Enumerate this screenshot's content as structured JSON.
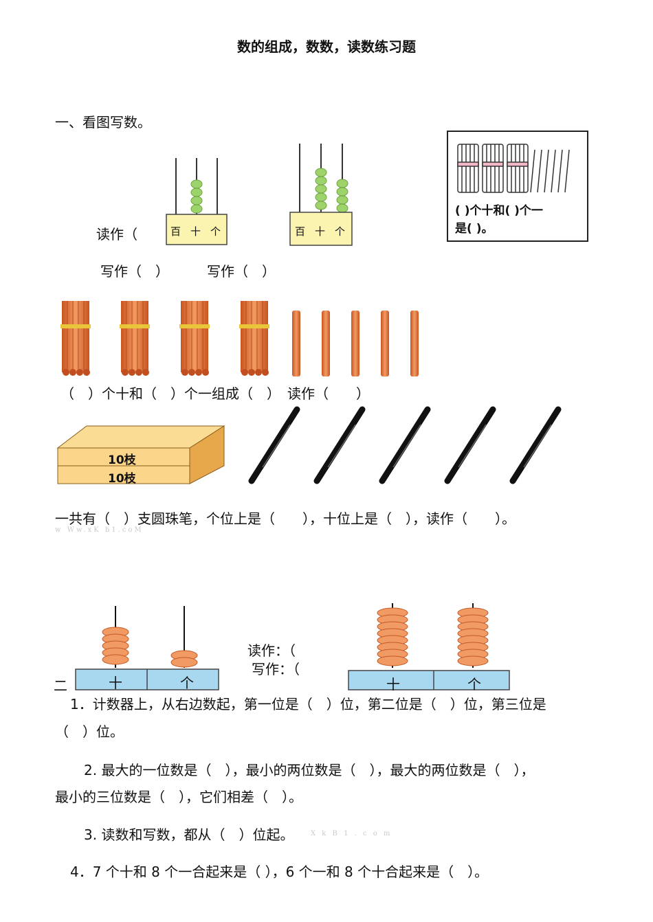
{
  "title": "数的组成，数数，读数练习题",
  "section1_heading": "一、看图写数。",
  "abacus_small": {
    "read_label": "读作（",
    "write_label_left": "写作（　）",
    "write_label_right": "写作（　）",
    "place_labels": [
      "百",
      "十",
      "个"
    ]
  },
  "sticks_box_text_line1": "(  )个十和(    )个一",
  "sticks_box_text_line2": "是(  )。",
  "bundles_question": "（　）个十和（　）个一组成（　）　读作（　　）",
  "pencil_box_labels": [
    "10枝",
    "10枝"
  ],
  "pen_question": "一共有（　）支圆珠笔，个位上是（　　），十位上是（　），读作（　　）。",
  "watermark1": "w Ww.xK b1.coM",
  "section2_marker": "二",
  "counter_read": "读作：（",
  "counter_write": "写作：（",
  "counter_places": [
    "十",
    "个"
  ],
  "q1_line1": "1．计数器上，从右边数起，第一位是（　）位，第二位是（　）位，第三位是",
  "q1_line2": "（　）位。",
  "q2_line1": "2. 最大的一位数是（　），最小的两位数是（　），最大的两位数是（　），",
  "q2_line2": "最小的三位数是（　），它们相差（　）。",
  "q3": "3. 读数和写数，都从（　）位起。",
  "watermark2": "X k B 1 . c o m",
  "q4": "4．7 个十和 8 个一合起来是（ ），6 个一和 8 个十合起来是（　）。",
  "colors": {
    "bead_green": "#9dd36a",
    "bead_orange": "#ef8f5a",
    "counter_base": "#a8d8f0",
    "abacus_base": "#fbf3b0",
    "stick": "#e9793f"
  }
}
